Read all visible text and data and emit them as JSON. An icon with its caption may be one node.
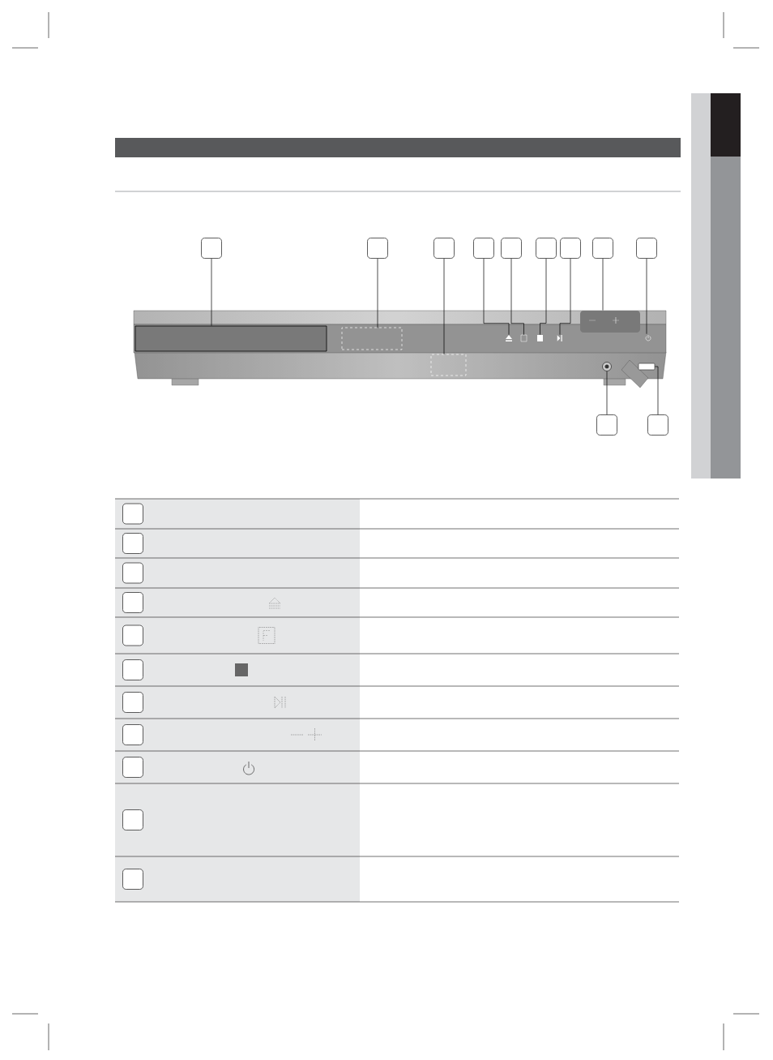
{
  "diagram": {
    "nodes": [
      {
        "text": [],
        "shape": "box"
      },
      {
        "text": [],
        "shape": "box"
      },
      {
        "text": [],
        "shape": "box"
      },
      {
        "text": [],
        "shape": "box"
      },
      {
        "text": [],
        "shape": "box"
      },
      {
        "text": [],
        "shape": "box"
      },
      {
        "text": [],
        "shape": "box"
      },
      {
        "text": [],
        "shape": "box"
      },
      {
        "text": [],
        "shape": "box"
      },
      {
        "text": [],
        "shape": "box"
      },
      {
        "text": [],
        "shape": "box"
      },
      {
        "text": [],
        "shape": "box"
      },
      {
        "text": [],
        "shape": "box"
      },
      {
        "text": [],
        "shape": "box"
      },
      {
        "text": [],
        "shape": "box"
      },
      {
        "text": [],
        "shape": "box"
      },
      {
        "text": [],
        "shape": "box"
      },
      {
        "text": [],
        "shape": "box"
      },
      {
        "text": [],
        "shape": "box"
      },
      {
        "text": [],
        "shape": "box"
      },
      {
        "text": [],
        "shape": "box"
      },
      {
        "text": [],
        "shape": "box"
      },
      {
        "text": [],
        "shape": "box"
      },
      {
        "text": [],
        "shape": "box"
      },
      {
        "text": [],
        "shape": "box"
      },
      {
        "text": [],
        "shape": "box"
      },
      {
        "text": [],
        "shape": "box"
      },
      {
        "text": [],
        "shape": "box"
      },
      {
        "text": [],
        "shape": "box"
      },
      {
        "text": [],
        "shape": "box"
      },
      {
        "text": [],
        "shape": "box"
      },
      {
        "text": [],
        "shape": "circle"
      },
      {
        "text": [],
        "shape": "box"
      }
    ],
    "edges": [
      {
        "from": 0,
        "to": 22,
        "arrow": "none"
      },
      {
        "from": 1,
        "to": 23,
        "arrow": "none"
      },
      {
        "from": 2,
        "to": 24,
        "arrow": "none"
      },
      {
        "from": 3,
        "to": 25,
        "arrow": "none"
      },
      {
        "from": 4,
        "to": 26,
        "arrow": "none"
      },
      {
        "from": 5,
        "to": 27,
        "arrow": "none"
      },
      {
        "from": 6,
        "to": 28,
        "arrow": "none"
      },
      {
        "from": 7,
        "to": 29,
        "arrow": "none"
      },
      {
        "from": 8,
        "to": 30,
        "arrow": "none"
      },
      {
        "from": 9,
        "to": 31,
        "arrow": "none"
      },
      {
        "from": 10,
        "to": 32,
        "arrow": "none"
      }
    ]
  }
}
